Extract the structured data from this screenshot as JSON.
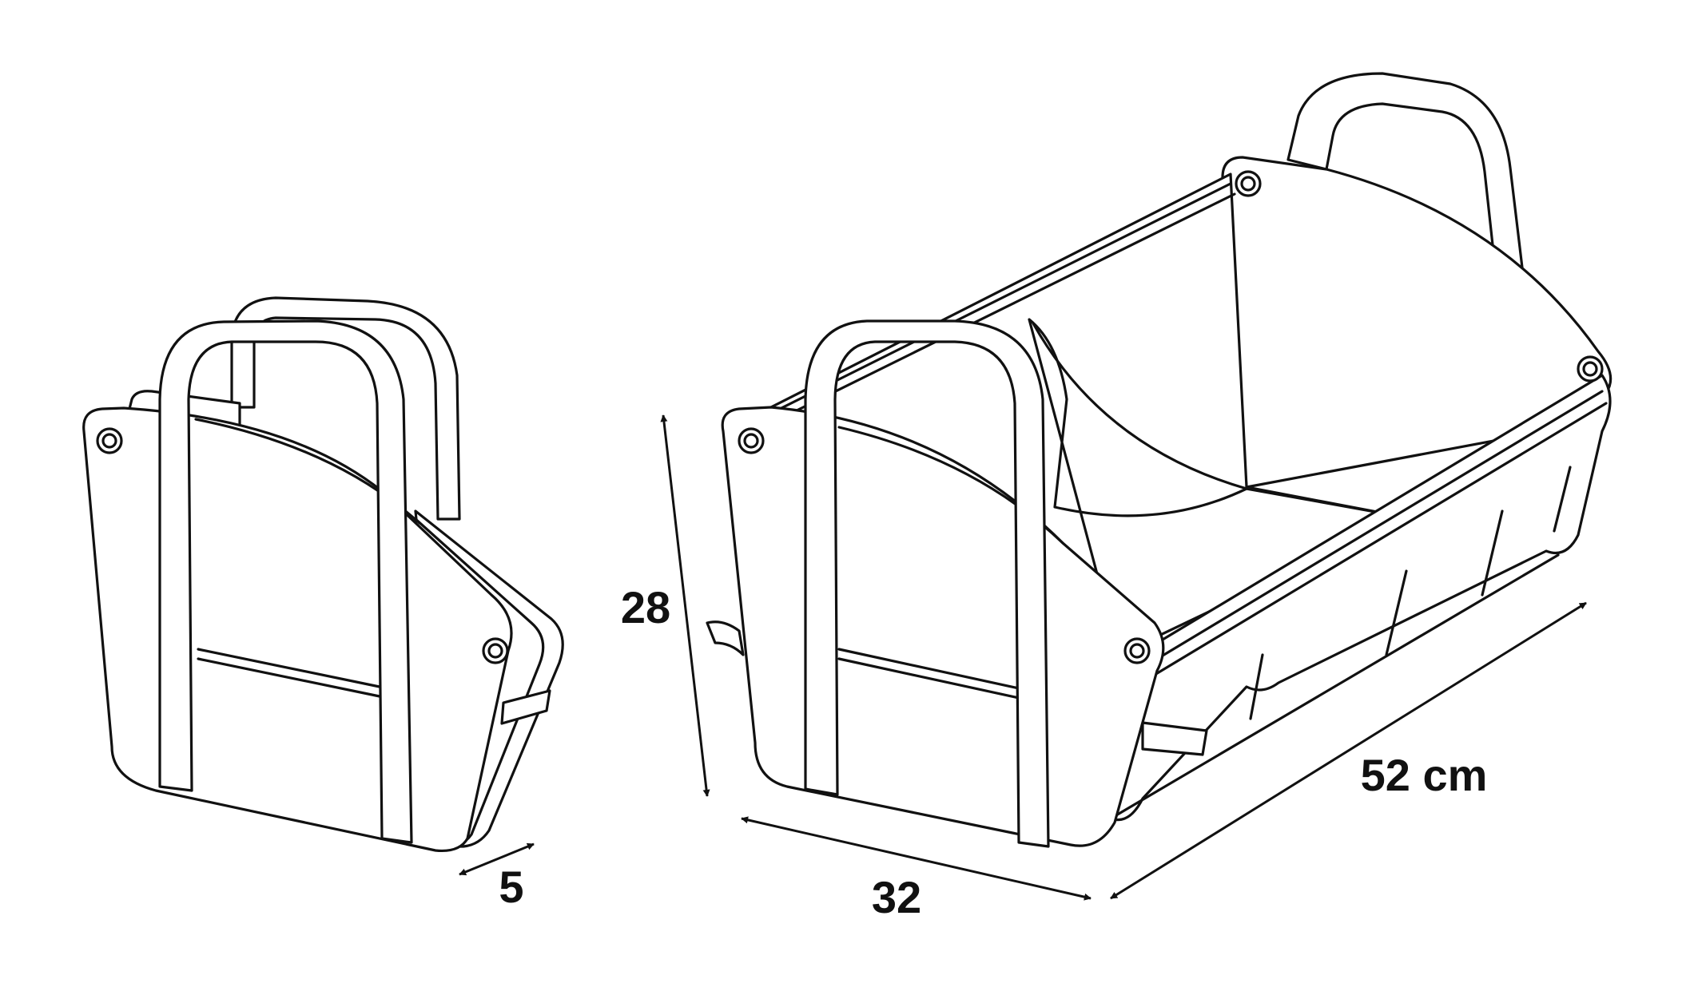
{
  "figures": {
    "folded": {
      "depth_label": "5"
    },
    "open": {
      "height_label": "28",
      "width_label": "32",
      "length_label": "52 cm"
    }
  },
  "icons": [
    "folded-bag-icon",
    "open-organizer-icon",
    "grommet-icon",
    "handle-icon",
    "dimension-arrow-icon"
  ],
  "colors": {
    "line": "#111111",
    "background": "#ffffff"
  }
}
